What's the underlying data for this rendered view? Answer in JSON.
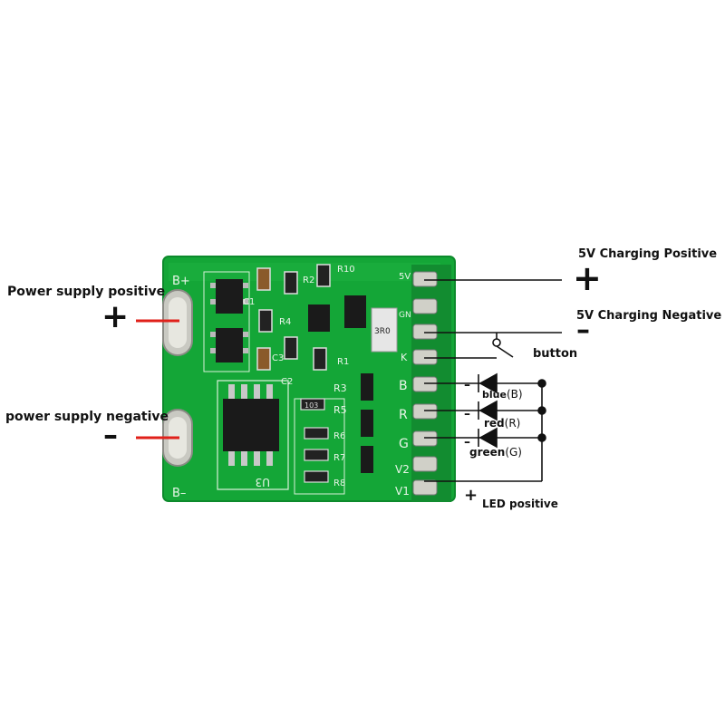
{
  "labels": {
    "power_positive": "Power supply positive",
    "power_negative": "power supply negative",
    "charge_positive": "5V Charging Positive",
    "charge_negative": "5V Charging Negative",
    "button": "button",
    "led_positive": "LED positive",
    "blue_prefix": "blue",
    "blue_letter": "(B)",
    "red_prefix": "red",
    "red_letter": "(R)",
    "green_prefix": "green",
    "green_letter": "(G)"
  },
  "symbols": {
    "plus": "+",
    "minus": "–"
  },
  "board": {
    "silk_b_plus": "B+",
    "silk_b_minus": "B–",
    "silk_u3": "U3",
    "silk_r10": "R10",
    "silk_r2": "R2",
    "silk_r4": "R4",
    "silk_r1": "R1",
    "silk_r3": "R3",
    "silk_r5": "R5",
    "silk_r6": "R6",
    "silk_r7": "R7",
    "silk_r8": "R8",
    "silk_c1": "C1",
    "silk_c2": "C2",
    "silk_c3": "C3",
    "silk_pin_5v": "5V",
    "silk_pin_gnd": "GND",
    "silk_pin_k": "K",
    "silk_pin_b": "B",
    "silk_pin_r": "R",
    "silk_pin_g": "G",
    "silk_pin_v2": "V2",
    "silk_pin_v1": "V1",
    "chip_code": "3R0",
    "res_code": "103"
  },
  "colors": {
    "pcb_green": "#14a637",
    "wire_red": "#e0201a",
    "line_black": "#111111"
  }
}
